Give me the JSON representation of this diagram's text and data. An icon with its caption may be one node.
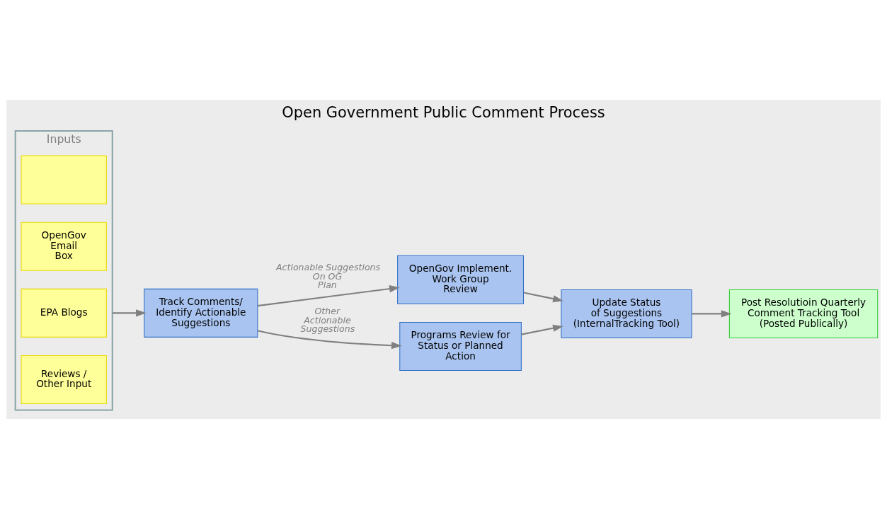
{
  "diagram": {
    "title": "Open Government Public Comment Process",
    "nodes": [
      {
        "text": [
          "Inputs"
        ]
      },
      {
        "text": [],
        "shape": "box",
        "in": 0
      },
      {
        "text": [
          "OpenGov Email Box"
        ],
        "in": 0
      },
      {
        "text": [
          "EPA Blogs"
        ],
        "in": 0
      },
      {
        "text": [
          "Reviews / Other Input"
        ],
        "in": 0
      },
      {
        "text": [
          "Track Comments/ Identify Actionable Suggestions"
        ]
      },
      {
        "text": [
          "OpenGov Implement. Work Group Review"
        ]
      },
      {
        "text": [
          "Programs Review for Status or Planned Action"
        ]
      },
      {
        "text": [
          "Update Status of Suggestions (InternalTracking Tool)"
        ]
      },
      {
        "text": [
          "Post Resolutioin Quarterly Comment Tracking Tool (Posted Publically)"
        ]
      }
    ],
    "edges": [
      {
        "from": 0,
        "to": 5,
        "arrow": "to"
      },
      {
        "from": 5,
        "to": 6,
        "arrow": "to",
        "label": "Actionable Suggestions On OG Plan"
      },
      {
        "from": 5,
        "to": 7,
        "arrow": "to",
        "label": "Other Actionable Suggestions"
      },
      {
        "from": 6,
        "to": 8,
        "arrow": "to"
      },
      {
        "from": 7,
        "to": 8,
        "arrow": "to"
      },
      {
        "from": 8,
        "to": 9,
        "arrow": "to"
      }
    ]
  }
}
